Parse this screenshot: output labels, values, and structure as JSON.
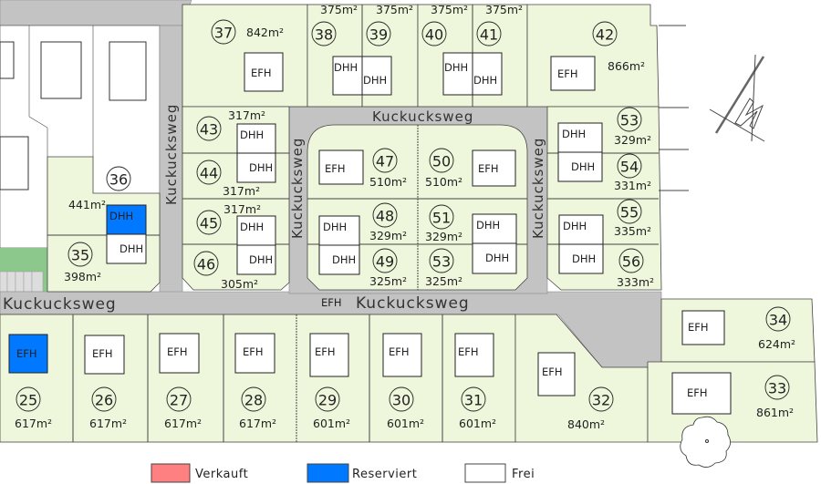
{
  "street_name": "Kuckucksweg",
  "road_label_efh": "EFH",
  "colors": {
    "plot": "#eef7dc",
    "road": "#c3c3c3",
    "sold": "#ff8080",
    "reserved": "#0078ff",
    "free": "#ffffff"
  },
  "plots": {
    "p25": {
      "num": "25",
      "area": "617m²",
      "house": "EFH",
      "status": "reserved"
    },
    "p26": {
      "num": "26",
      "area": "617m²",
      "house": "EFH"
    },
    "p27": {
      "num": "27",
      "area": "617m²",
      "house": "EFH"
    },
    "p28": {
      "num": "28",
      "area": "617m²",
      "house": "EFH"
    },
    "p29": {
      "num": "29",
      "area": "601m²",
      "house": "EFH"
    },
    "p30": {
      "num": "30",
      "area": "601m²",
      "house": "EFH"
    },
    "p31": {
      "num": "31",
      "area": "601m²",
      "house": "EFH"
    },
    "p32": {
      "num": "32",
      "area": "840m²",
      "house": "EFH"
    },
    "p33": {
      "num": "33",
      "area": "861m²",
      "house": "EFH"
    },
    "p34": {
      "num": "34",
      "area": "624m²",
      "house": "EFH"
    },
    "p35": {
      "num": "35",
      "area": "398m²",
      "house": "DHH"
    },
    "p36": {
      "num": "36",
      "area": "441m²",
      "house": "DHH",
      "status": "reserved"
    },
    "p37": {
      "num": "37",
      "area": "842m²",
      "house": "EFH"
    },
    "p38": {
      "num": "38",
      "area": "375m²",
      "house": "DHH"
    },
    "p39": {
      "num": "39",
      "area": "375m²",
      "house": "DHH"
    },
    "p40": {
      "num": "40",
      "area": "375m²",
      "house": "DHH"
    },
    "p41": {
      "num": "41",
      "area": "375m²",
      "house": "DHH"
    },
    "p42": {
      "num": "42",
      "area": "866m²",
      "house": "EFH"
    },
    "p43": {
      "num": "43",
      "area": "317m²",
      "house": "DHH"
    },
    "p44": {
      "num": "44",
      "area": "317m²",
      "house": "DHH"
    },
    "p45": {
      "num": "45",
      "area": "317m²",
      "house": "DHH"
    },
    "p46": {
      "num": "46",
      "area": "305m²",
      "house": "DHH"
    },
    "p47": {
      "num": "47",
      "area": "510m²",
      "house": "EFH"
    },
    "p48": {
      "num": "48",
      "area": "329m²",
      "house": "DHH"
    },
    "p49": {
      "num": "49",
      "area": "325m²",
      "house": "DHH"
    },
    "p50": {
      "num": "50",
      "area": "510m²",
      "house": "EFH"
    },
    "p51": {
      "num": "51",
      "area": "329m²",
      "house": "DHH"
    },
    "p53b": {
      "num": "53",
      "area": "325m²",
      "house": "DHH"
    },
    "p53": {
      "num": "53",
      "area": "329m²",
      "house": "DHH"
    },
    "p54": {
      "num": "54",
      "area": "331m²",
      "house": "DHH"
    },
    "p55": {
      "num": "55",
      "area": "335m²",
      "house": "DHH"
    },
    "p56": {
      "num": "56",
      "area": "333m²",
      "house": "DHH"
    }
  },
  "legend": [
    {
      "label": "Verkauft",
      "color": "#ff8080"
    },
    {
      "label": "Reserviert",
      "color": "#0078ff"
    },
    {
      "label": "Frei",
      "color": "#ffffff"
    }
  ],
  "north_label": "N"
}
